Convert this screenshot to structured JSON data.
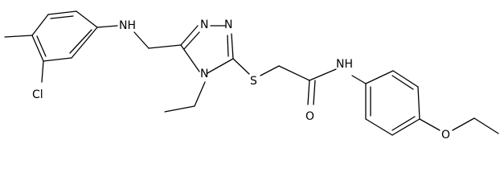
{
  "atoms": {
    "n_amine": "NH",
    "chlorine": "Cl",
    "n_triazole_top": "N",
    "n_triazole_right": "N",
    "n_triazole_ring": "N",
    "sulfur": "S",
    "n_amide": "NH",
    "oxygen_carbonyl": "O",
    "oxygen_ether": "O"
  },
  "colors": {
    "bond": "#000000",
    "label": "#000000",
    "background": "#ffffff"
  }
}
